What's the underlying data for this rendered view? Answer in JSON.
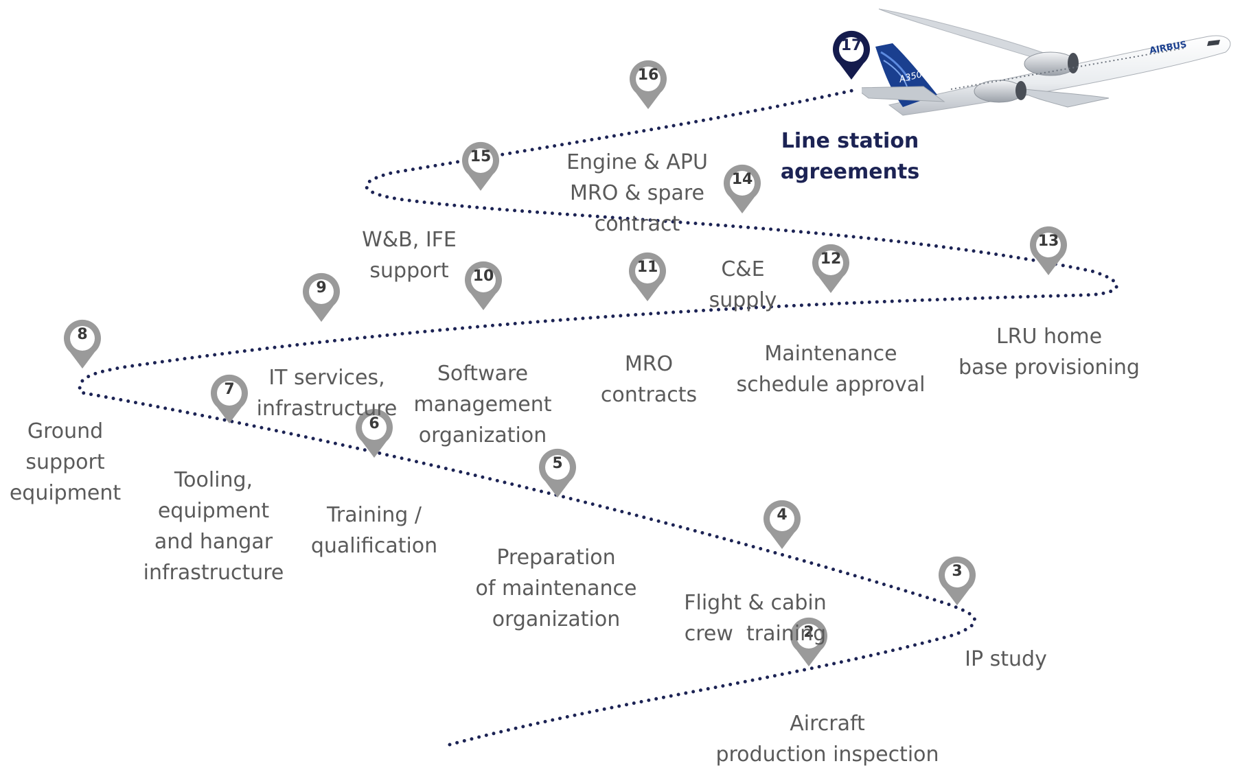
{
  "milestones": [
    {
      "number": "2",
      "label": "Aircraft\nproduction inspection"
    },
    {
      "number": "3",
      "label": "IP study"
    },
    {
      "number": "4",
      "label": "Flight & cabin\ncrew  training"
    },
    {
      "number": "5",
      "label": "Preparation\nof maintenance\norganization"
    },
    {
      "number": "6",
      "label": "Training /\nqualification"
    },
    {
      "number": "7",
      "label": "Tooling,\nequipment\nand hangar\ninfrastructure"
    },
    {
      "number": "8",
      "label": "Ground\nsupport\nequipment"
    },
    {
      "number": "9",
      "label": "IT services,\ninfrastructure"
    },
    {
      "number": "10",
      "label": "Software\nmanagement\norganization"
    },
    {
      "number": "11",
      "label": "MRO\ncontracts"
    },
    {
      "number": "12",
      "label": "Maintenance\nschedule approval"
    },
    {
      "number": "13",
      "label": "LRU home\nbase provisioning"
    },
    {
      "number": "14",
      "label": "C&E\nsupply"
    },
    {
      "number": "15",
      "label": "W&B, IFE\nsupport"
    },
    {
      "number": "16",
      "label": "Engine & APU\nMRO & spare\ncontract"
    },
    {
      "number": "17",
      "label": "Line station\nagreements"
    }
  ],
  "plane": {
    "model_text": "A350",
    "brand_text": "AIRBUS"
  },
  "colors": {
    "path": "#1c2354",
    "pin_grey": "#9a9a9a",
    "final_pin": "#141b4d",
    "label": "#5a5a5a"
  }
}
